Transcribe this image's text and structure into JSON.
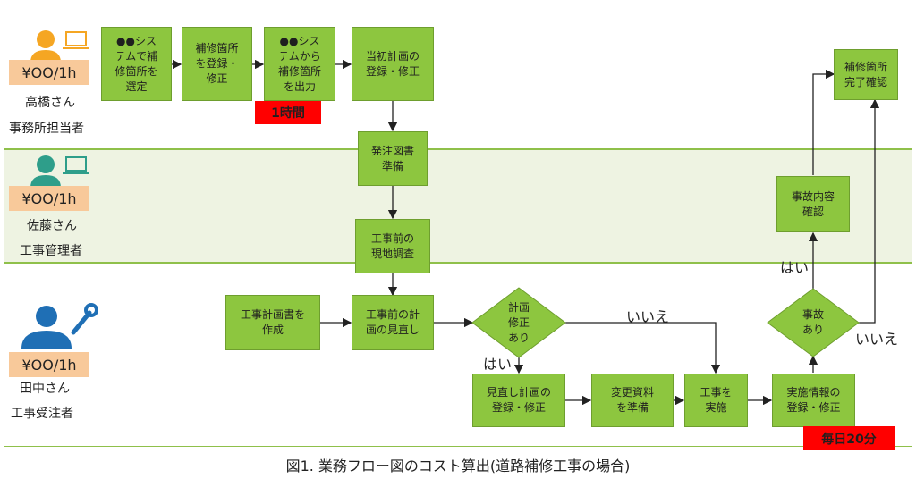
{
  "lanes": [
    {
      "rate": "¥OO/1h",
      "person": "高橋さん",
      "role": "事務所担当者",
      "icon": "person-laptop-icon",
      "color": "#f5a623"
    },
    {
      "rate": "¥OO/1h",
      "person": "佐藤さん",
      "role": "工事管理者",
      "icon": "person-laptop-icon",
      "color": "#2e9e8a"
    },
    {
      "rate": "¥OO/1h",
      "person": "田中さん",
      "role": "工事受注者",
      "icon": "person-wrench-icon",
      "color": "#1f6fb5"
    }
  ],
  "process": {
    "select": "●●シス\nテムで補\n修箇所を\n選定",
    "register": "補修箇所\nを登録・\n修正",
    "output": "●●シス\nテムから\n補修箇所\nを出力",
    "initial_plan": "当初計画の\n登録・修正",
    "complete": "補修箇所\n完了確認",
    "order_docs": "発注図書\n準備",
    "accident_check": "事故内容\n確認",
    "site_survey": "工事前の\n現地調査",
    "make_plan": "工事計画書を\n作成",
    "review_plan": "工事前の計\n画の見直し",
    "plan_fix": "計画\n修正\nあり",
    "accident": "事故\nあり",
    "reg_review": "見直し計画の\n登録・修正",
    "prep_change": "変更資料\nを準備",
    "execute": "工事を\n実施",
    "reg_info": "実施情報の\n登録・修正"
  },
  "tags": {
    "one_hour": "1時間",
    "daily": "毎日20分"
  },
  "labels": {
    "yes1": "はい",
    "no1": "いいえ",
    "yes2": "はい",
    "no2": "いいえ"
  },
  "caption": "図1. 業務フロー図のコスト算出(道路補修工事の場合)",
  "colors": {
    "box": "#8dc63f",
    "lane_border": "#8fc04a",
    "lane_mid": "#eef3e2",
    "tag": "#ff0000",
    "rate": "#f8c99a"
  }
}
